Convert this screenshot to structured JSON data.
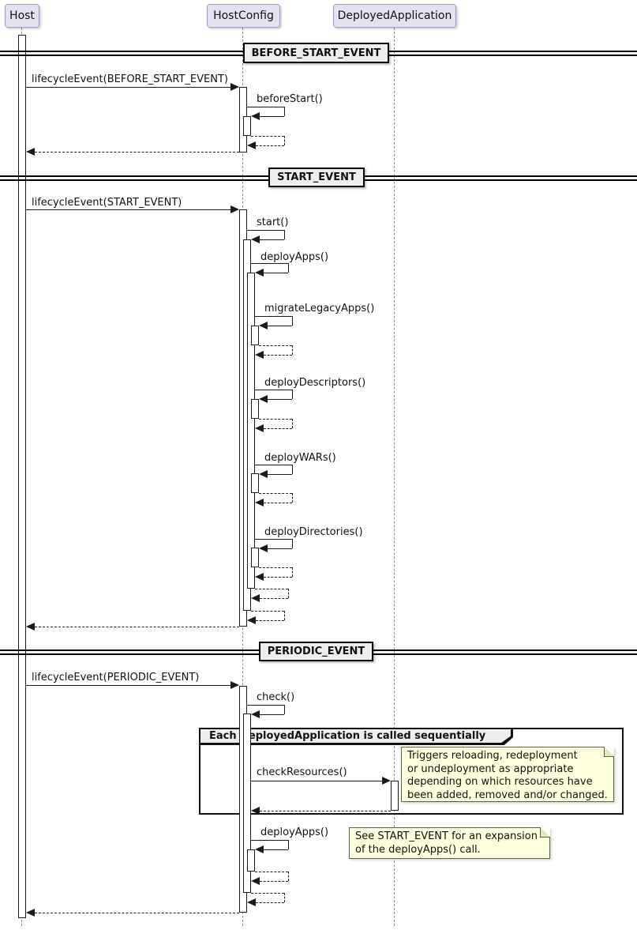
{
  "participants": {
    "host": "Host",
    "host_config": "HostConfig",
    "deployed_application": "DeployedApplication"
  },
  "dividers": {
    "before_start": "BEFORE_START_EVENT",
    "start": "START_EVENT",
    "periodic": "PERIODIC_EVENT"
  },
  "messages": {
    "lifecycle_before_start": "lifecycleEvent(BEFORE_START_EVENT)",
    "before_start": "beforeStart()",
    "lifecycle_start": "lifecycleEvent(START_EVENT)",
    "start": "start()",
    "deploy_apps": "deployApps()",
    "migrate_legacy_apps": "migrateLegacyApps()",
    "deploy_descriptors": "deployDescriptors()",
    "deploy_wars": "deployWARs()",
    "deploy_directories": "deployDirectories()",
    "lifecycle_periodic": "lifecycleEvent(PERIODIC_EVENT)",
    "check": "check()",
    "check_resources": "checkResources()",
    "deploy_apps_periodic": "deployApps()"
  },
  "group": {
    "label": "Each DeployedApplication is called sequentially"
  },
  "notes": {
    "check_resources": "Triggers reloading, redeployment\nor undeployment as appropriate\ndepending on which resources have\nbeen added, removed and/or changed.",
    "deploy_apps": "See START_EVENT for an expansion\nof the deployApps() call."
  },
  "colors": {
    "participant_fill": "#E2E2F0",
    "participant_border": "#9A9AC4",
    "divider_fill": "#EEEEEE",
    "note_fill": "#FEFFDD",
    "line": "#1A1A1A"
  }
}
